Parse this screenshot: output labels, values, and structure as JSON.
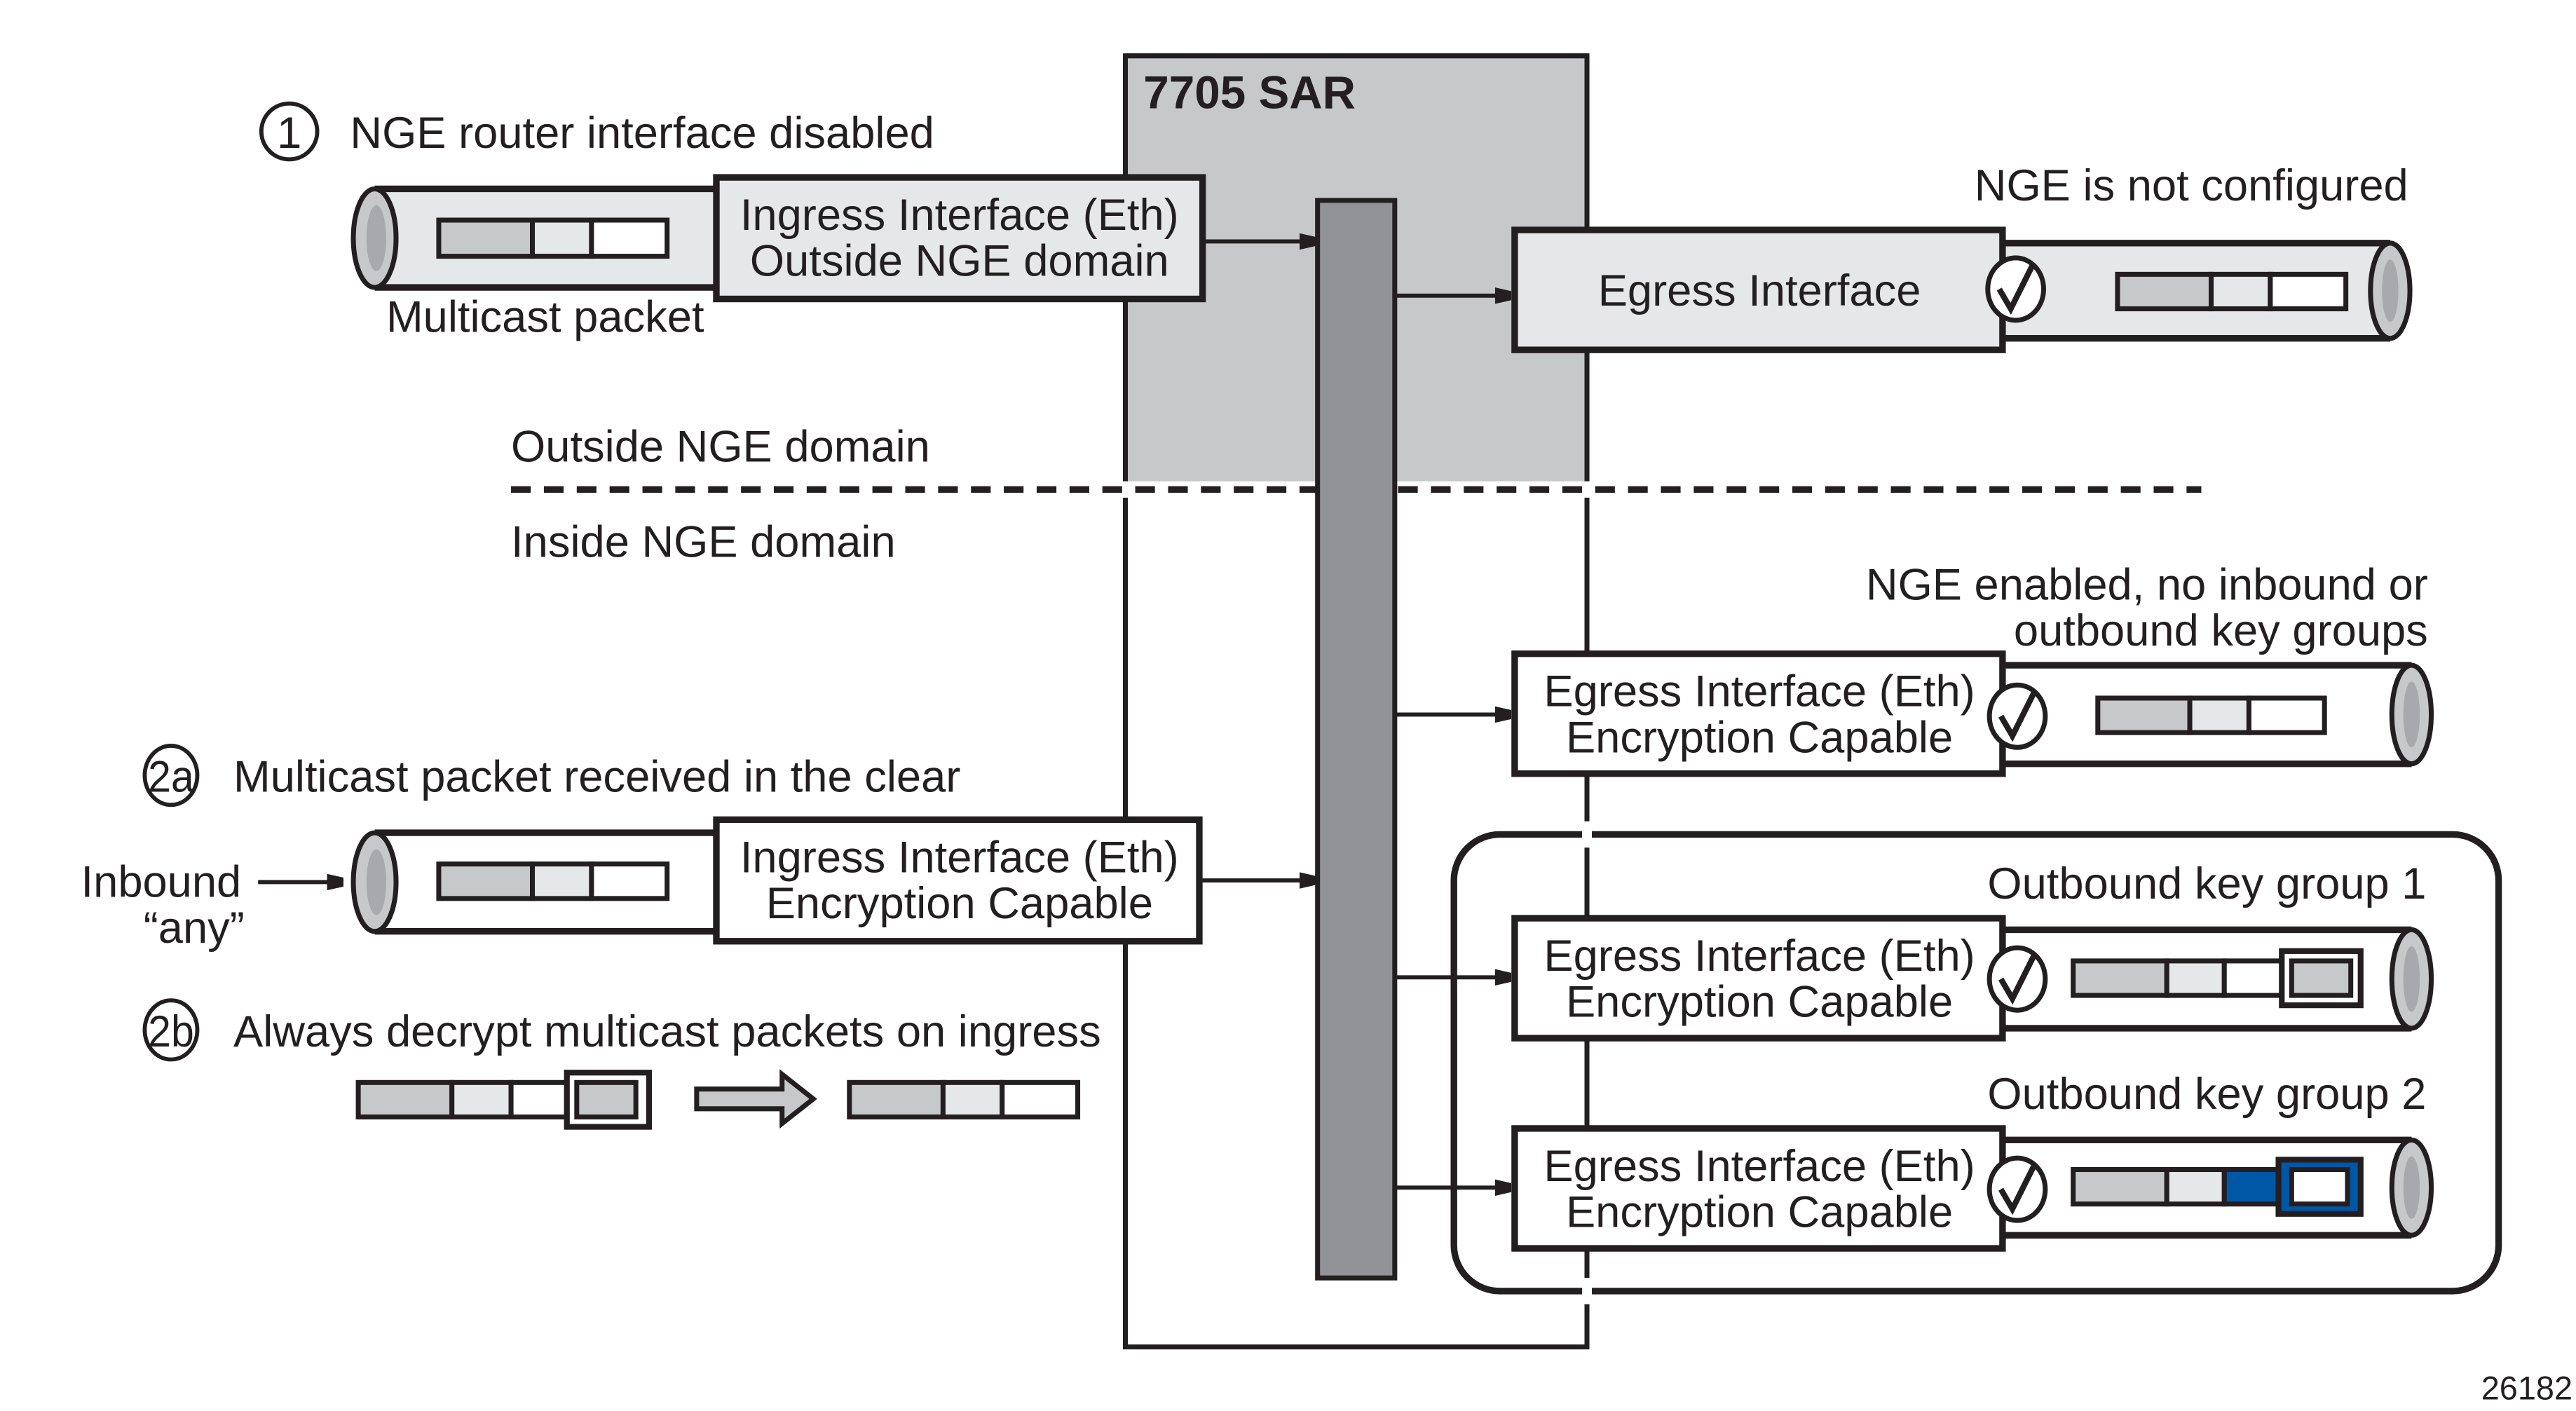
{
  "colors": {
    "ink": "#231f20",
    "sar_fill": "#c7c8ca",
    "backplane_fill": "#929397",
    "box_light": "#e6e7e8",
    "box_white": "#ffffff",
    "packet_dark": "#c7c8ca",
    "packet_mid": "#e6e7e8",
    "packet_light": "#ffffff",
    "encryption_blue": "#0057a6",
    "pipe_end_outer": "#c7c8ca",
    "pipe_end_inner": "#a7a9ac"
  },
  "device": {
    "title": "7705 SAR"
  },
  "domains": {
    "outside_label": "Outside NGE domain",
    "inside_label": "Inside NGE domain"
  },
  "scenario1": {
    "badge": "1",
    "heading": "NGE router interface disabled",
    "pipe_label": "Multicast packet",
    "ingress_box": [
      "Ingress Interface (Eth)",
      "Outside NGE domain"
    ],
    "egress_caption": "NGE is not configured",
    "egress_box": [
      "Egress Interface"
    ]
  },
  "scenario2a": {
    "badge": "2a",
    "heading": "Multicast packet received in the clear",
    "inbound_label": [
      "Inbound",
      "“any”"
    ],
    "ingress_box": [
      "Ingress Interface (Eth)",
      "Encryption Capable"
    ]
  },
  "scenario2b": {
    "badge": "2b",
    "heading": "Always decrypt multicast packets on ingress"
  },
  "egress_enabled": {
    "caption": [
      "NGE enabled, no inbound or",
      "outbound key groups"
    ],
    "box": [
      "Egress Interface (Eth)",
      "Encryption Capable"
    ]
  },
  "key_group_1": {
    "caption": "Outbound key group 1",
    "box": [
      "Egress Interface (Eth)",
      "Encryption Capable"
    ]
  },
  "key_group_2": {
    "caption": "Outbound key group 2",
    "box": [
      "Egress Interface (Eth)",
      "Encryption Capable"
    ]
  },
  "icons": {
    "check": "checkmark-circle-icon",
    "arrow": "arrow-right-icon",
    "pipe": "pipe-tunnel-icon"
  },
  "figure_id": "26182"
}
